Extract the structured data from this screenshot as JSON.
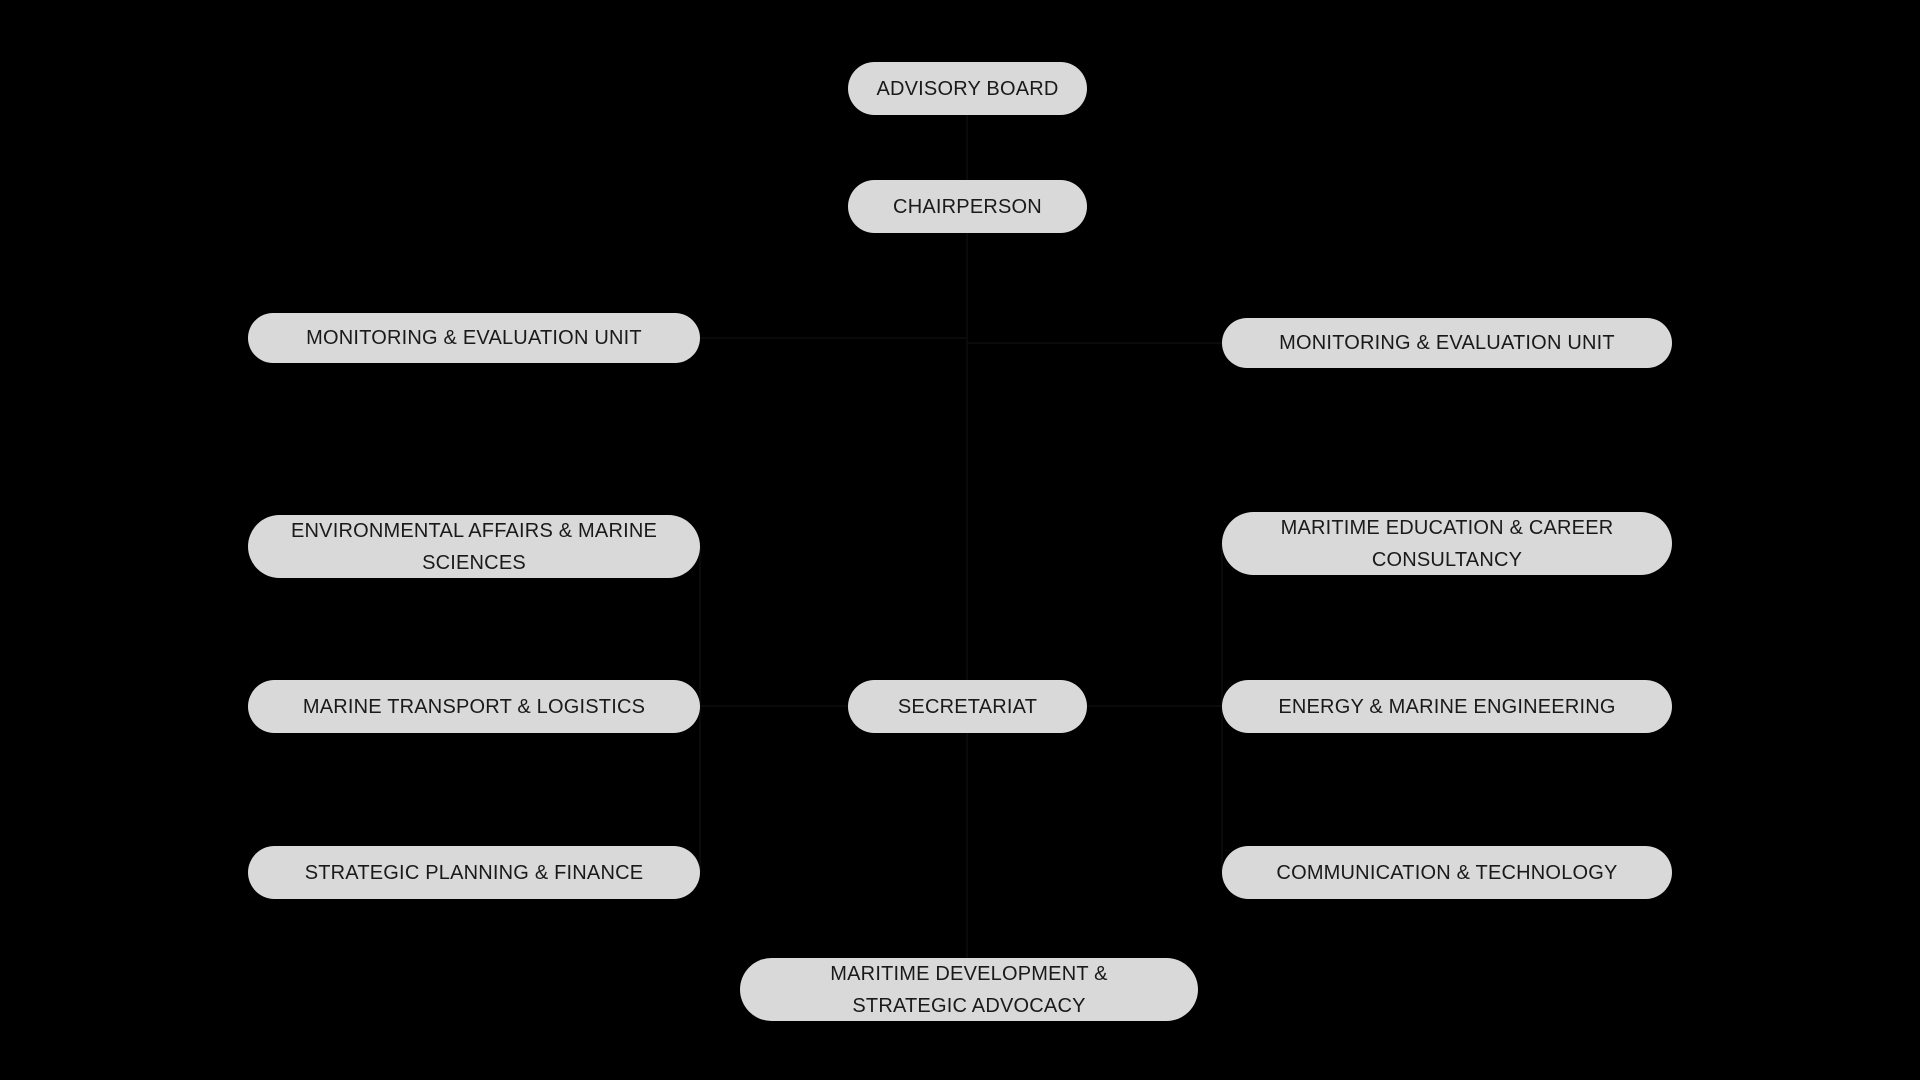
{
  "diagram": {
    "type": "organizational-chart",
    "background_color": "#000000",
    "node_fill_color": "#d9d9d9",
    "node_text_color": "#1a1a1a",
    "connector_color": "#0a0a0a",
    "node_shape": "rounded-pill"
  },
  "nodes": {
    "advisory_board": "ADVISORY BOARD",
    "chairperson": "CHAIRPERSON",
    "secretariat": "SECRETARIAT",
    "monitoring_evaluation_left": "MONITORING & EVALUATION UNIT",
    "monitoring_evaluation_right": "MONITORING & EVALUATION UNIT",
    "environmental_affairs": "ENVIRONMENTAL AFFAIRS & MARINE\nSCIENCES",
    "maritime_education": "MARITIME EDUCATION & CAREER\nCONSULTANCY",
    "marine_transport": "MARINE TRANSPORT & LOGISTICS",
    "energy_marine_engineering": "ENERGY & MARINE ENGINEERING",
    "strategic_planning_finance": "STRATEGIC PLANNING & FINANCE",
    "communication_technology": "COMMUNICATION & TECHNOLOGY",
    "maritime_development": "MARITIME DEVELOPMENT &\nSTRATEGIC ADVOCACY"
  },
  "hierarchy": [
    {
      "level": 1,
      "column": "center",
      "key": "advisory_board"
    },
    {
      "level": 2,
      "column": "center",
      "key": "chairperson"
    },
    {
      "level": 3,
      "column": "left",
      "key": "monitoring_evaluation_left"
    },
    {
      "level": 3,
      "column": "right",
      "key": "monitoring_evaluation_right"
    },
    {
      "level": 4,
      "column": "left",
      "key": "environmental_affairs"
    },
    {
      "level": 4,
      "column": "right",
      "key": "maritime_education"
    },
    {
      "level": 5,
      "column": "left",
      "key": "marine_transport"
    },
    {
      "level": 5,
      "column": "center",
      "key": "secretariat"
    },
    {
      "level": 5,
      "column": "right",
      "key": "energy_marine_engineering"
    },
    {
      "level": 6,
      "column": "left",
      "key": "strategic_planning_finance"
    },
    {
      "level": 6,
      "column": "right",
      "key": "communication_technology"
    },
    {
      "level": 7,
      "column": "center",
      "key": "maritime_development"
    }
  ]
}
